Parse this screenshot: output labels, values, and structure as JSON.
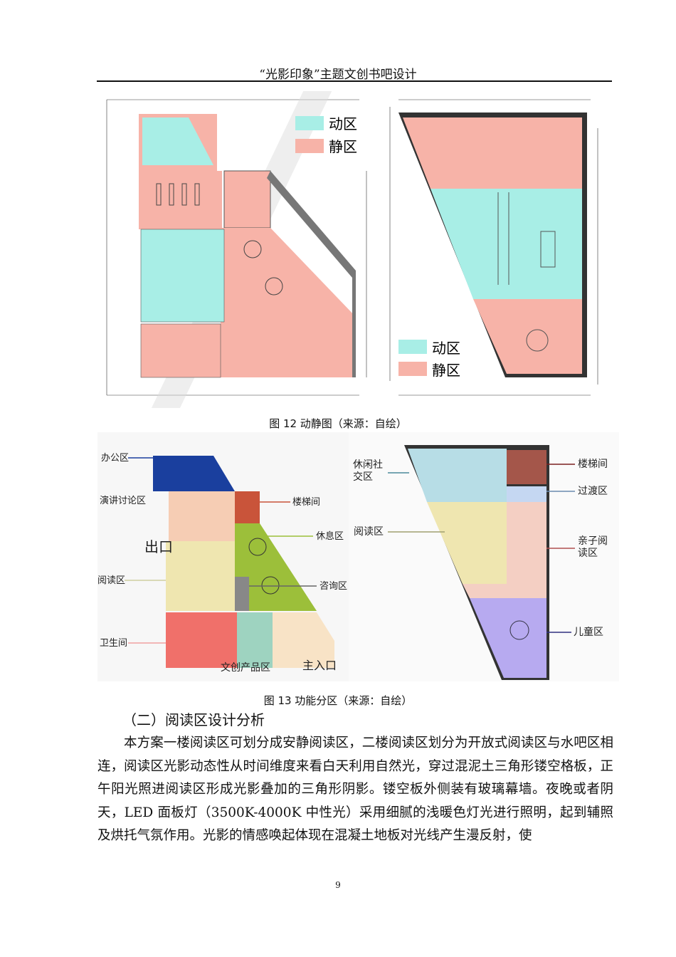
{
  "header": {
    "title": "“光影印象”主题文创书吧设计"
  },
  "figure12": {
    "caption": "图 12  动静图（来源：自绘）",
    "legend": [
      {
        "label": "动区",
        "color": "#a8eee6"
      },
      {
        "label": "静区",
        "color": "#f7b3a8"
      }
    ]
  },
  "figure13": {
    "caption": "图 13  功能分区（来源：自绘）",
    "left_labels": {
      "office": "办公区",
      "lecture": "演讲讨论区",
      "exit": "出口",
      "reading": "阅读区",
      "toilet": "卫生间",
      "stairs": "楼梯间",
      "rest": "休息区",
      "consult": "咨询区",
      "product": "文创产品区",
      "entrance": "主入口"
    },
    "right_labels": {
      "social": "休闲社交区",
      "reading": "阅读区",
      "stairs": "楼梯间",
      "transition": "过渡区",
      "family": "亲子阅读区",
      "children": "儿童区"
    },
    "colors": {
      "office": "#1a3f9e",
      "lecture": "#f6cdb4",
      "stairs": "#c9543a",
      "rest": "#9cbf3a",
      "reading": "#efe6b0",
      "toilet": "#f0706a",
      "product": "#9ed3c0",
      "entrance": "#f8e3c6",
      "social": "#b7dde6",
      "transition": "#c5d7f2",
      "family": "#f4cfc3",
      "children": "#b7aaf0",
      "stairs2": "#a4564a"
    }
  },
  "section": {
    "heading": "（二）阅读区设计分析"
  },
  "body": {
    "paragraph": "本方案一楼阅读区可划分成安静阅读区，二楼阅读区划分为开放式阅读区与水吧区相连，阅读区光影动态性从时间维度来看白天利用自然光，穿过混泥土三角形镂空格板，正午阳光照进阅读区形成光影叠加的三角形阴影。镂空板外侧装有玻璃幕墙。夜晚或者阴天，LED 面板灯（3500K-4000K 中性光）采用细腻的浅暖色灯光进行照明，起到辅照及烘托气氛作用。光影的情感唤起体现在混凝土地板对光线产生漫反射，使"
  },
  "footer": {
    "page_number": "9"
  }
}
